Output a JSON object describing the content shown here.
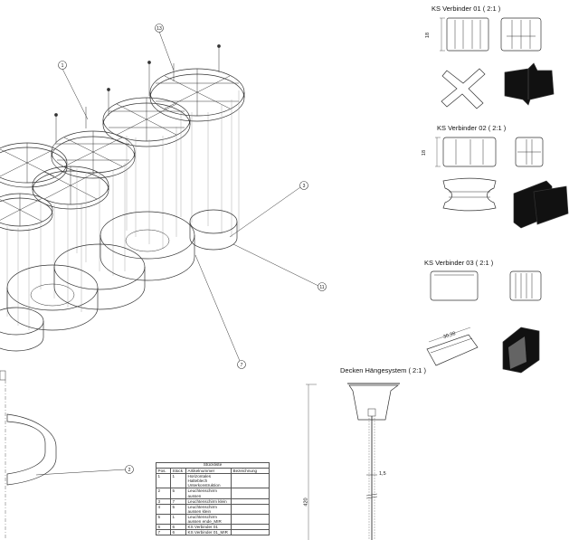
{
  "views": {
    "ks01_title": "KS Verbinder 01  ( 2:1 )",
    "ks02_title": "KS Verbinder 02  ( 2:1 )",
    "ks03_title": "KS Verbinder 03  ( 2:1 )",
    "ceiling_title": "Decken Hängesystem  ( 2:1 )"
  },
  "dimensions": {
    "ks01_height": "18",
    "ks02_height": "18",
    "ks03_length": "30,38",
    "ceiling_gap": "1,5",
    "ceiling_length": "420"
  },
  "balloons": [
    "1",
    "13",
    "3",
    "11",
    "7",
    "2"
  ],
  "bom": {
    "title": "Stückliste",
    "headers": [
      "Pos.",
      "Stück",
      "Artikelnummer",
      "Bezeichnung"
    ],
    "rows": [
      [
        "1",
        "1",
        "Horizontales Halteblech Unterkonstruktion",
        ""
      ],
      [
        "2",
        "5",
        "Leuchtenschirm aussen",
        ""
      ],
      [
        "3",
        "7",
        "Leuchtenschirm klein",
        ""
      ],
      [
        "4",
        "5",
        "Leuchtenschirm aussen klein",
        ""
      ],
      [
        "5",
        "1",
        "Leuchtenschirm aussen ende_MIR",
        ""
      ],
      [
        "6",
        "6",
        "KS Verbinder 01",
        ""
      ],
      [
        "7",
        "6",
        "KS Verbinder 01_MIR",
        ""
      ]
    ]
  }
}
